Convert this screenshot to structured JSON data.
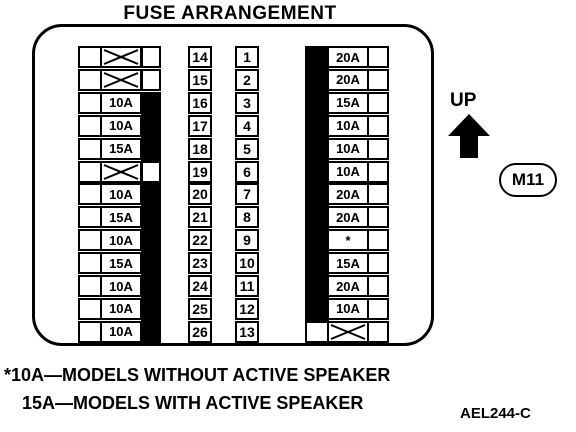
{
  "title": "FUSE ARRANGEMENT",
  "up_label": "UP",
  "connector": "M11",
  "left_fuses": [
    "X",
    "X",
    "10A",
    "10A",
    "15A",
    "X",
    "10A",
    "15A",
    "10A",
    "15A",
    "10A",
    "10A",
    "10A"
  ],
  "left_fuse_blocks": [
    false,
    false,
    true,
    true,
    true,
    false,
    true,
    true,
    true,
    true,
    true,
    true,
    true
  ],
  "slot_numbers_a": [
    "14",
    "15",
    "16",
    "17",
    "18",
    "19",
    "20",
    "21",
    "22",
    "23",
    "24",
    "25",
    "26"
  ],
  "slot_numbers_b": [
    "1",
    "2",
    "3",
    "4",
    "5",
    "6",
    "7",
    "8",
    "9",
    "10",
    "11",
    "12",
    "13"
  ],
  "right_fuses": [
    "20A",
    "20A",
    "15A",
    "10A",
    "10A",
    "10A",
    "20A",
    "20A",
    "*",
    "15A",
    "20A",
    "10A",
    "X"
  ],
  "note_star": "*",
  "note_line1": "10A—MODELS WITHOUT ACTIVE SPEAKER",
  "note_line2": "15A—MODELS WITH ACTIVE SPEAKER",
  "ref_code": "AEL244-C"
}
